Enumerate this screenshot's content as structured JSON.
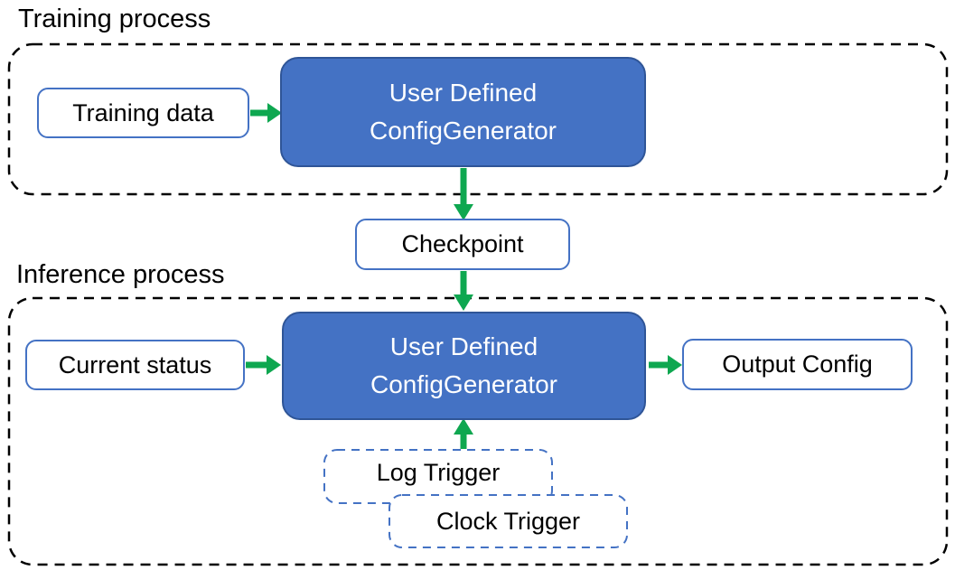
{
  "colors": {
    "accent_blue": "#4472C4",
    "blue_box_border": "#2F5597",
    "arrow_green": "#0EA750",
    "container_dash": "#000000",
    "text_dark": "#000000",
    "text_light": "#FFFFFF",
    "canvas_bg": "#FFFFFF"
  },
  "sections": {
    "training": {
      "label": "Training process",
      "nodes": {
        "training_data": "Training data",
        "model": "User Defined\nConfigGenerator"
      }
    },
    "checkpoint": "Checkpoint",
    "inference": {
      "label": "Inference process",
      "nodes": {
        "current_status": "Current status",
        "model": "User Defined\nConfigGenerator",
        "output_config": "Output Config",
        "log_trigger": "Log Trigger",
        "clock_trigger": "Clock Trigger"
      }
    }
  },
  "arrows": [
    "training-data-to-model",
    "model-to-checkpoint",
    "checkpoint-to-model",
    "current-status-to-model",
    "model-to-output-config",
    "log-trigger-to-model"
  ]
}
